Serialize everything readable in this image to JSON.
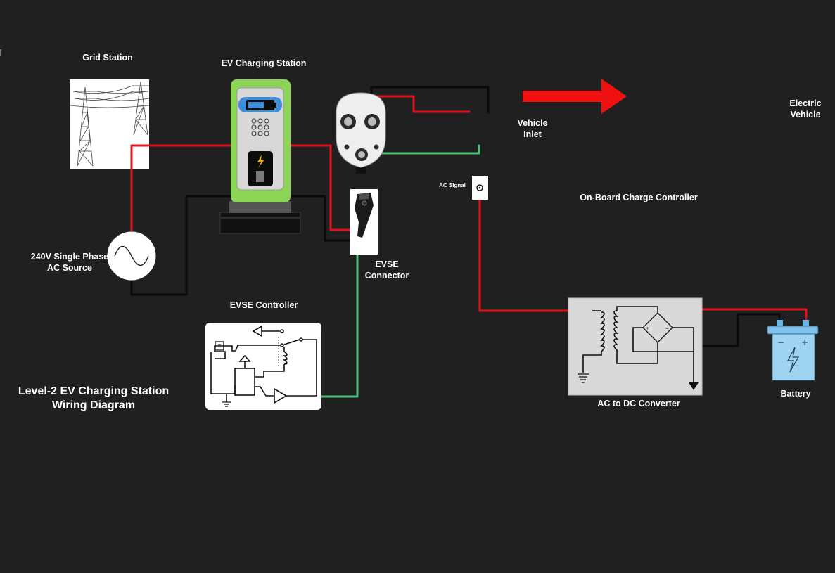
{
  "labels": {
    "grid_station": "Grid Station",
    "ev_charging_station": "EV Charging Station",
    "vehicle_inlet_l1": "Vehicle",
    "vehicle_inlet_l2": "Inlet",
    "electric_vehicle_l1": "Electric",
    "electric_vehicle_l2": "Vehicle",
    "ac_signal": "AC Signal",
    "on_board_charge_controller": "On-Board Charge Controller",
    "ac_source_l1": "240V Single Phase",
    "ac_source_l2": "AC Source",
    "evse_connector_l1": "EVSE",
    "evse_connector_l2": "Connector",
    "evse_controller": "EVSE Controller",
    "ac_dc_converter": "AC to DC Converter",
    "battery": "Battery"
  },
  "title": {
    "line1": "Level-2 EV Charging Station",
    "line2": "Wiring Diagram"
  },
  "colors": {
    "background": "#202020",
    "live_wire": "#e0141e",
    "neutral_wire": "#0a0a0a",
    "signal_wire": "#4fc07a",
    "arrow": "#f01010",
    "station_green": "#8bd456",
    "battery_blue": "#9ed3f2"
  },
  "icons": {
    "grid": "power-pylon-icon",
    "source": "sine-wave-icon",
    "charger": "charging-station-icon",
    "plug": "ev-plug-icon",
    "direction": "right-arrow-icon",
    "battery": "battery-icon"
  }
}
